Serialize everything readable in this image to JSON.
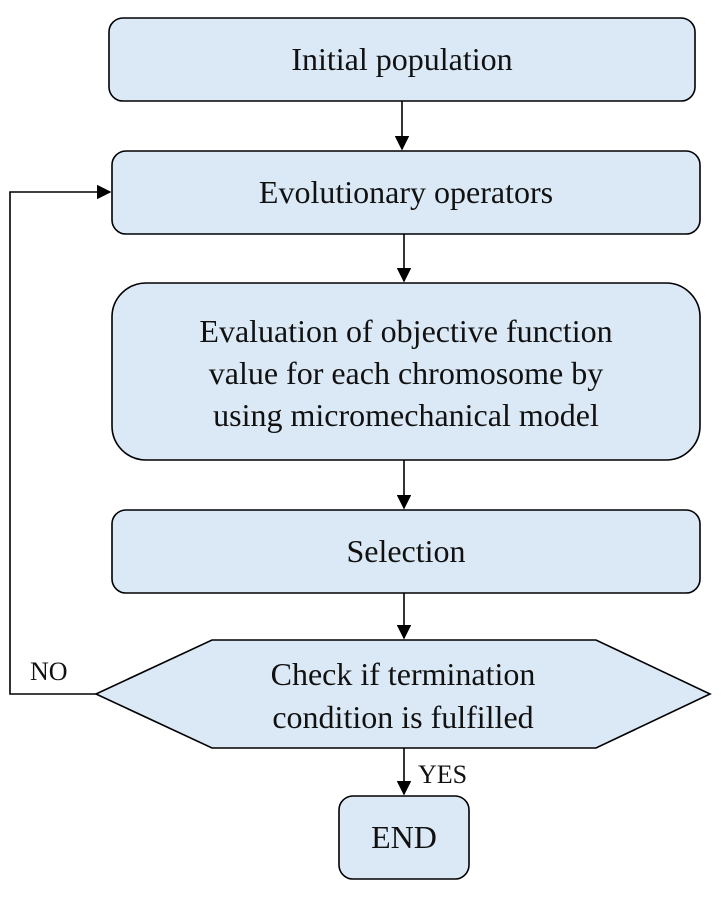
{
  "diagram": {
    "type": "flowchart",
    "colors": {
      "node_fill": "#dbe9f6",
      "stroke": "#000000",
      "text": "#111111"
    },
    "nodes": {
      "initial": {
        "label": "Initial population"
      },
      "operators": {
        "label": "Evolutionary operators"
      },
      "evaluation": {
        "lines": [
          "Evaluation of objective function",
          "value for each chromosome by",
          "using micromechanical model"
        ]
      },
      "selection": {
        "label": "Selection"
      },
      "check": {
        "lines": [
          "Check if termination",
          "condition is fulfilled"
        ]
      },
      "end": {
        "label": "END"
      }
    },
    "edges": {
      "no_label": "NO",
      "yes_label": "YES"
    }
  }
}
